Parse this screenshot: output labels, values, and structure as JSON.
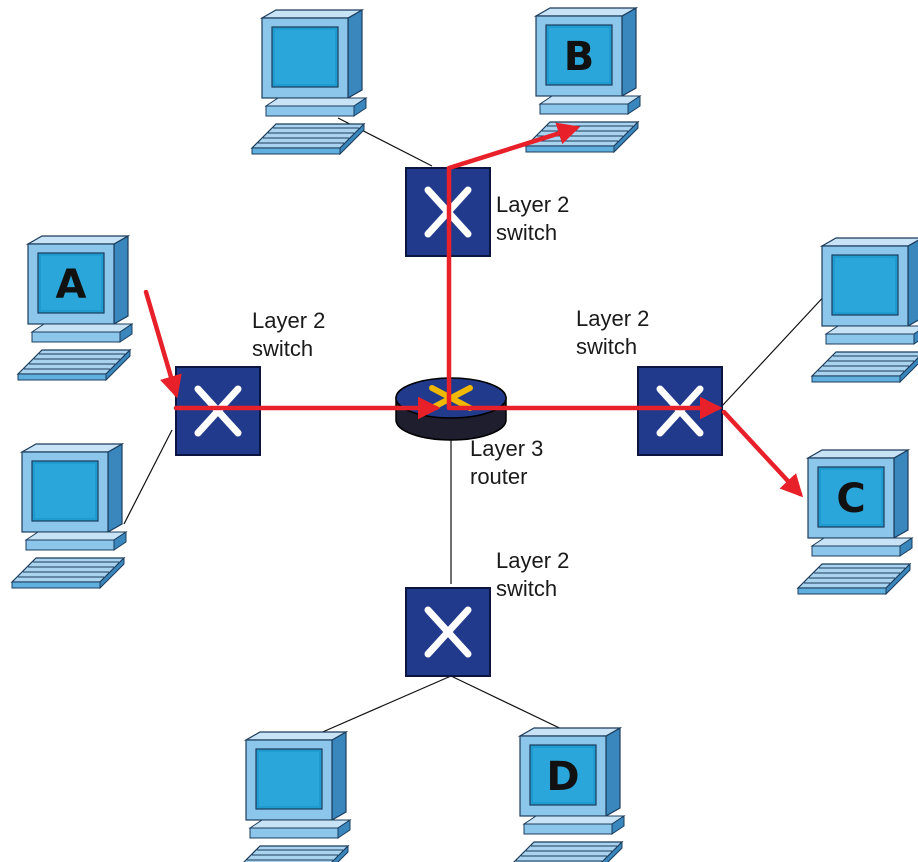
{
  "colors": {
    "switch_fill": "#213a8c",
    "switch_stroke": "#0b1540",
    "pc_screen": "#1f9bd0",
    "pc_body_light": "#a9d3ee",
    "pc_body_mid": "#5fb0de",
    "pc_body_dark": "#3a87bd",
    "pc_outline": "#1c3c5c",
    "path_arrow": "#e8202a",
    "link_line": "#111111",
    "router_accent": "#f0b800"
  },
  "labels": {
    "switch_top": [
      "Layer 2",
      "switch"
    ],
    "switch_left": [
      "Layer 2",
      "switch"
    ],
    "switch_right": [
      "Layer 2",
      "switch"
    ],
    "switch_bottom": [
      "Layer 2",
      "switch"
    ],
    "router": [
      "Layer 3",
      "router"
    ]
  },
  "computers": {
    "a": "A",
    "b": "B",
    "c": "C",
    "d": "D"
  },
  "icons": {
    "switch": "switch-icon",
    "router": "router-icon",
    "computer": "computer-icon"
  }
}
